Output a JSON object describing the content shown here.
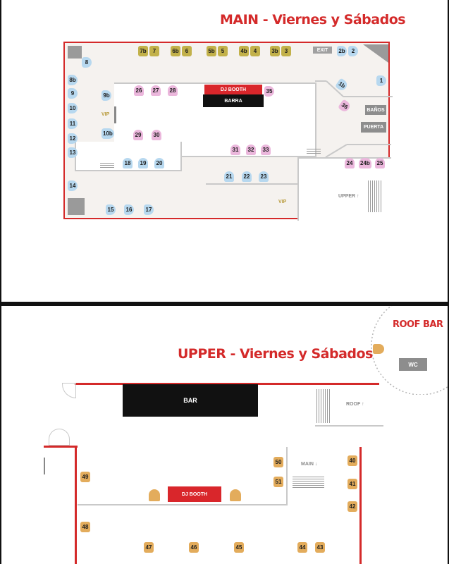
{
  "main": {
    "title": "MAIN - Viernes y Sábados",
    "labels": {
      "exit": "EXIT",
      "dj_booth": "DJ BOOTH",
      "barra": "BARRA",
      "banos": "BAÑOS",
      "puerta": "PUERTA",
      "upper": "UPPER ↑",
      "vip1": "VIP",
      "vip2": "VIP"
    },
    "tables": {
      "t8": "8",
      "t8b": "8b",
      "t9": "9",
      "t9b": "9b",
      "t10": "10",
      "t10b": "10b",
      "t11": "11",
      "t12": "12",
      "t13": "13",
      "t14": "14",
      "t15": "15",
      "t16": "16",
      "t17": "17",
      "t18": "18",
      "t19": "19",
      "t20": "20",
      "t21": "21",
      "t22": "22",
      "t23": "23",
      "t1": "1",
      "t1b": "1b",
      "t2": "2",
      "t2b": "2b",
      "t3": "3",
      "t3b": "3b",
      "t4": "4",
      "t4b": "4b",
      "t5": "5",
      "t5b": "5b",
      "t6": "6",
      "t6b": "6b",
      "t7": "7",
      "t7b": "7b",
      "t26": "26",
      "t27": "27",
      "t28": "28",
      "t29": "29",
      "t30": "30",
      "t31": "31",
      "t32": "32",
      "t33": "33",
      "t35": "35",
      "t36": "36",
      "t24": "24",
      "t24b": "24b",
      "t25": "25"
    }
  },
  "upper": {
    "title": "UPPER - Viernes y Sábados",
    "labels": {
      "roof_bar": "ROOF BAR",
      "wc": "WC",
      "bar": "BAR",
      "roof": "ROOF ↑",
      "main": "MAIN ↓",
      "dj_booth": "DJ BOOTH"
    },
    "tables": {
      "t40": "40",
      "t41": "41",
      "t42": "42",
      "t43": "43",
      "t44": "44",
      "t45": "45",
      "t46": "46",
      "t47": "47",
      "t48": "48",
      "t49": "49",
      "t50": "50",
      "t51": "51"
    }
  },
  "colors": {
    "accent_red": "#d42a2a",
    "blue_table": "#b7d8ef",
    "pink_table": "#ebb7dc",
    "olive_table": "#c2b14a",
    "orange_table": "#e3ac5c"
  }
}
